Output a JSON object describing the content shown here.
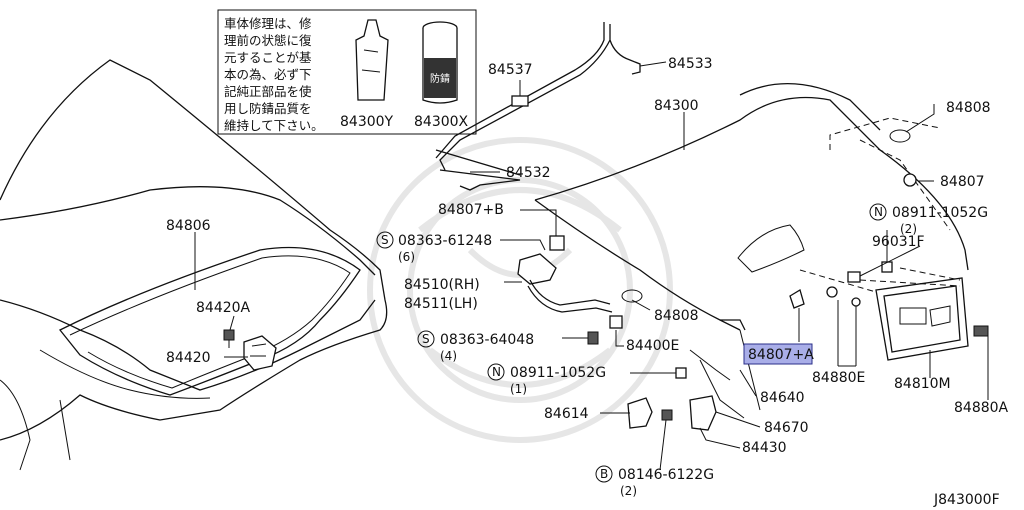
{
  "note": {
    "lines": [
      "車体修理は、修",
      "理前の状態に復",
      "元することが基",
      "本の為、必ず下",
      "記純正部品を使",
      "用し防錆品質を",
      "維持して下さい。"
    ],
    "products": [
      "84300Y",
      "84300X"
    ]
  },
  "labels": {
    "p84537": "84537",
    "p84533": "84533",
    "p84300": "84300",
    "p84808a": "84808",
    "p84807": "84807",
    "p84532": "84532",
    "p84807b": "84807+B",
    "p84806": "84806",
    "bolt_08363_61248": "08363-61248",
    "bolt_08363_61248_qty": "(6)",
    "nut_08911_1052g_a": "08911-1052G",
    "nut_08911_1052g_a_qty": "(2)",
    "p96031f": "96031F",
    "p84510": "84510(RH)",
    "p84511": "84511(LH)",
    "p84420a": "84420A",
    "p84808b": "84808",
    "bolt_08363_64048": "08363-64048",
    "bolt_08363_64048_qty": "(4)",
    "p84400e": "84400E",
    "p84420": "84420",
    "p84807a": "84807+A",
    "nut_08911_1052g_b": "08911-1052G",
    "nut_08911_1052g_b_qty": "(1)",
    "p84880e": "84880E",
    "p84810m": "84810M",
    "p84640": "84640",
    "p84880a": "84880A",
    "p84614": "84614",
    "p84670": "84670",
    "p84430": "84430",
    "bolt_08146_6122g": "08146-6122G",
    "bolt_08146_6122g_qty": "(2)",
    "diagram_code": "J843000F"
  },
  "prefixes": {
    "s": "S",
    "n": "N",
    "b": "B"
  },
  "highlight_color": "#a9aee8"
}
